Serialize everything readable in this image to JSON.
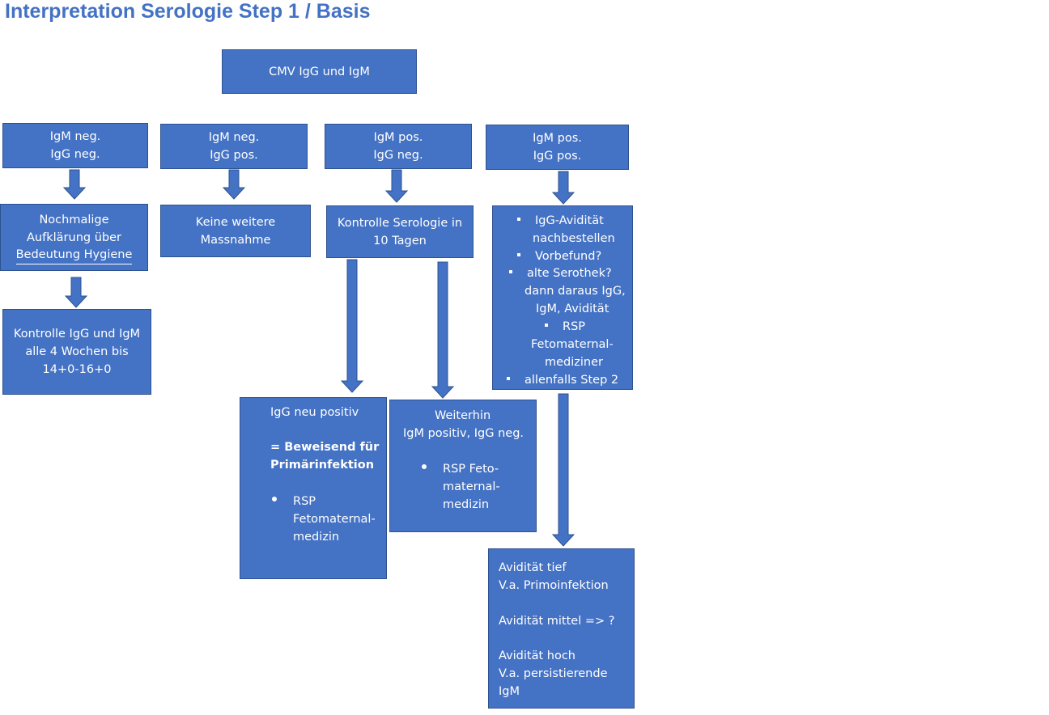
{
  "title": "Interpretation Serologie Step 1 / Basis",
  "colors": {
    "title": "#4472c4",
    "box_fill": "#4472c4",
    "box_border": "#2f528f",
    "text": "#ffffff"
  },
  "root": {
    "label": "CMV IgG und IgM"
  },
  "cases": [
    {
      "line1": "IgM neg.",
      "line2": "IgG neg."
    },
    {
      "line1": "IgM neg.",
      "line2": "IgG pos."
    },
    {
      "line1": "IgM pos.",
      "line2": "IgG neg."
    },
    {
      "line1": "IgM pos.",
      "line2": "IgG pos."
    }
  ],
  "actions": {
    "a1": {
      "lines": [
        "Nochmalige",
        "Aufklärung über",
        "Bedeutung Hygiene"
      ]
    },
    "a2": {
      "lines": [
        "Keine weitere",
        "Massnahme"
      ]
    },
    "a3": {
      "lines": [
        "Kontrolle Serologie in",
        "10 Tagen"
      ]
    },
    "a4": {
      "items": [
        "IgG-Avidität",
        "nachbestellen",
        "Vorbefund?",
        "alte Serothek?",
        "dann daraus IgG,",
        "IgM, Avidität",
        "RSP",
        "Fetomaternal-",
        "mediziner",
        "allenfalls Step 2"
      ]
    }
  },
  "followups": {
    "f1": {
      "lines": [
        "Kontrolle IgG und IgM",
        "alle 4 Wochen bis",
        "14+0-16+0"
      ]
    },
    "f2": {
      "line1": "IgG neu positiv",
      "bold1": "= Beweisend für",
      "bold2": "Primärinfektion",
      "bullet1": "RSP",
      "bullet2": "Fetomaternal-",
      "bullet3": "medizin"
    },
    "f3": {
      "line1": "Weiterhin",
      "line2": "IgM positiv, IgG neg.",
      "bullet1": "RSP Feto-",
      "bullet2": "maternal-",
      "bullet3": "medizin"
    },
    "f4": {
      "lines": [
        "Avidität tief",
        "V.a. Primoinfektion",
        "Avidität mittel => ?",
        "Avidität hoch",
        "V.a. persistierende",
        "IgM"
      ]
    }
  }
}
